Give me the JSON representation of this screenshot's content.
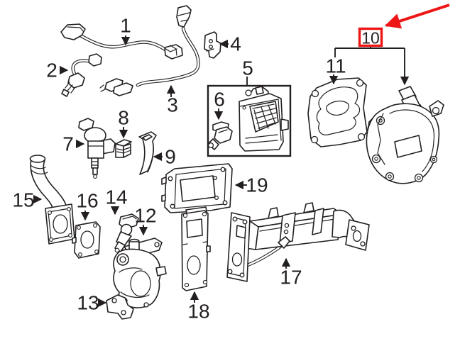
{
  "diagram": {
    "background_color": "#ffffff",
    "line_color": "#231f20",
    "highlight_color": "#ed1515",
    "highlighted_callout": "10",
    "callouts": [
      {
        "number": "1"
      },
      {
        "number": "2"
      },
      {
        "number": "3"
      },
      {
        "number": "4"
      },
      {
        "number": "5"
      },
      {
        "number": "6"
      },
      {
        "number": "7"
      },
      {
        "number": "8"
      },
      {
        "number": "9"
      },
      {
        "number": "10",
        "highlighted": true
      },
      {
        "number": "11"
      },
      {
        "number": "12"
      },
      {
        "number": "13"
      },
      {
        "number": "14"
      },
      {
        "number": "15"
      },
      {
        "number": "16"
      },
      {
        "number": "17"
      },
      {
        "number": "18"
      },
      {
        "number": "19"
      }
    ]
  }
}
